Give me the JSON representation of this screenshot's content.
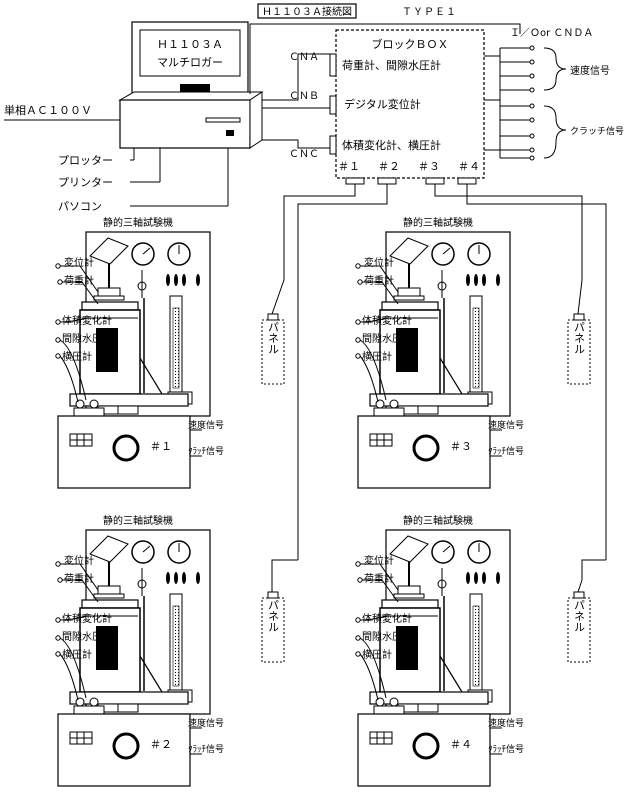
{
  "title": "Ｈ１１０３Ａ接続図",
  "type_label": "ＴＹＰＥ１",
  "logger": {
    "line1": "Ｈ１１０３Ａ",
    "line2": "マルチロガー"
  },
  "power_label": "単相ＡＣ１００Ｖ",
  "peripherals": [
    "プロッター",
    "プリンター",
    "パソコン"
  ],
  "block_box": {
    "title": "ブロックＢＯＸ",
    "cna": "ＣＮＡ",
    "cnb": "ＣＮＢ",
    "cnc": "ＣＮＣ",
    "cna_desc": "荷重計、間隙水圧計",
    "cnb_desc": "デジタル変位計",
    "cnc_desc": "体積変化計、横圧計",
    "ports": [
      "＃１",
      "＃２",
      "＃３",
      "＃４"
    ]
  },
  "io_label": "Ｉ／Ｏor ＣＮＤＡ",
  "speed_signal": "速度信号",
  "clutch_signal": "クラッチ信号",
  "panel_label": "パネル",
  "machine": {
    "title": "静的三軸試験機",
    "sensors": [
      "変位計",
      "荷重計",
      "体積変化計",
      "間隙水圧計",
      "横圧計"
    ],
    "speed_signal": "速度信号",
    "clutch_signal": "ｸﾗｯﾁ信号"
  },
  "machine_numbers": [
    "＃１",
    "＃３",
    "＃２",
    "＃４"
  ]
}
